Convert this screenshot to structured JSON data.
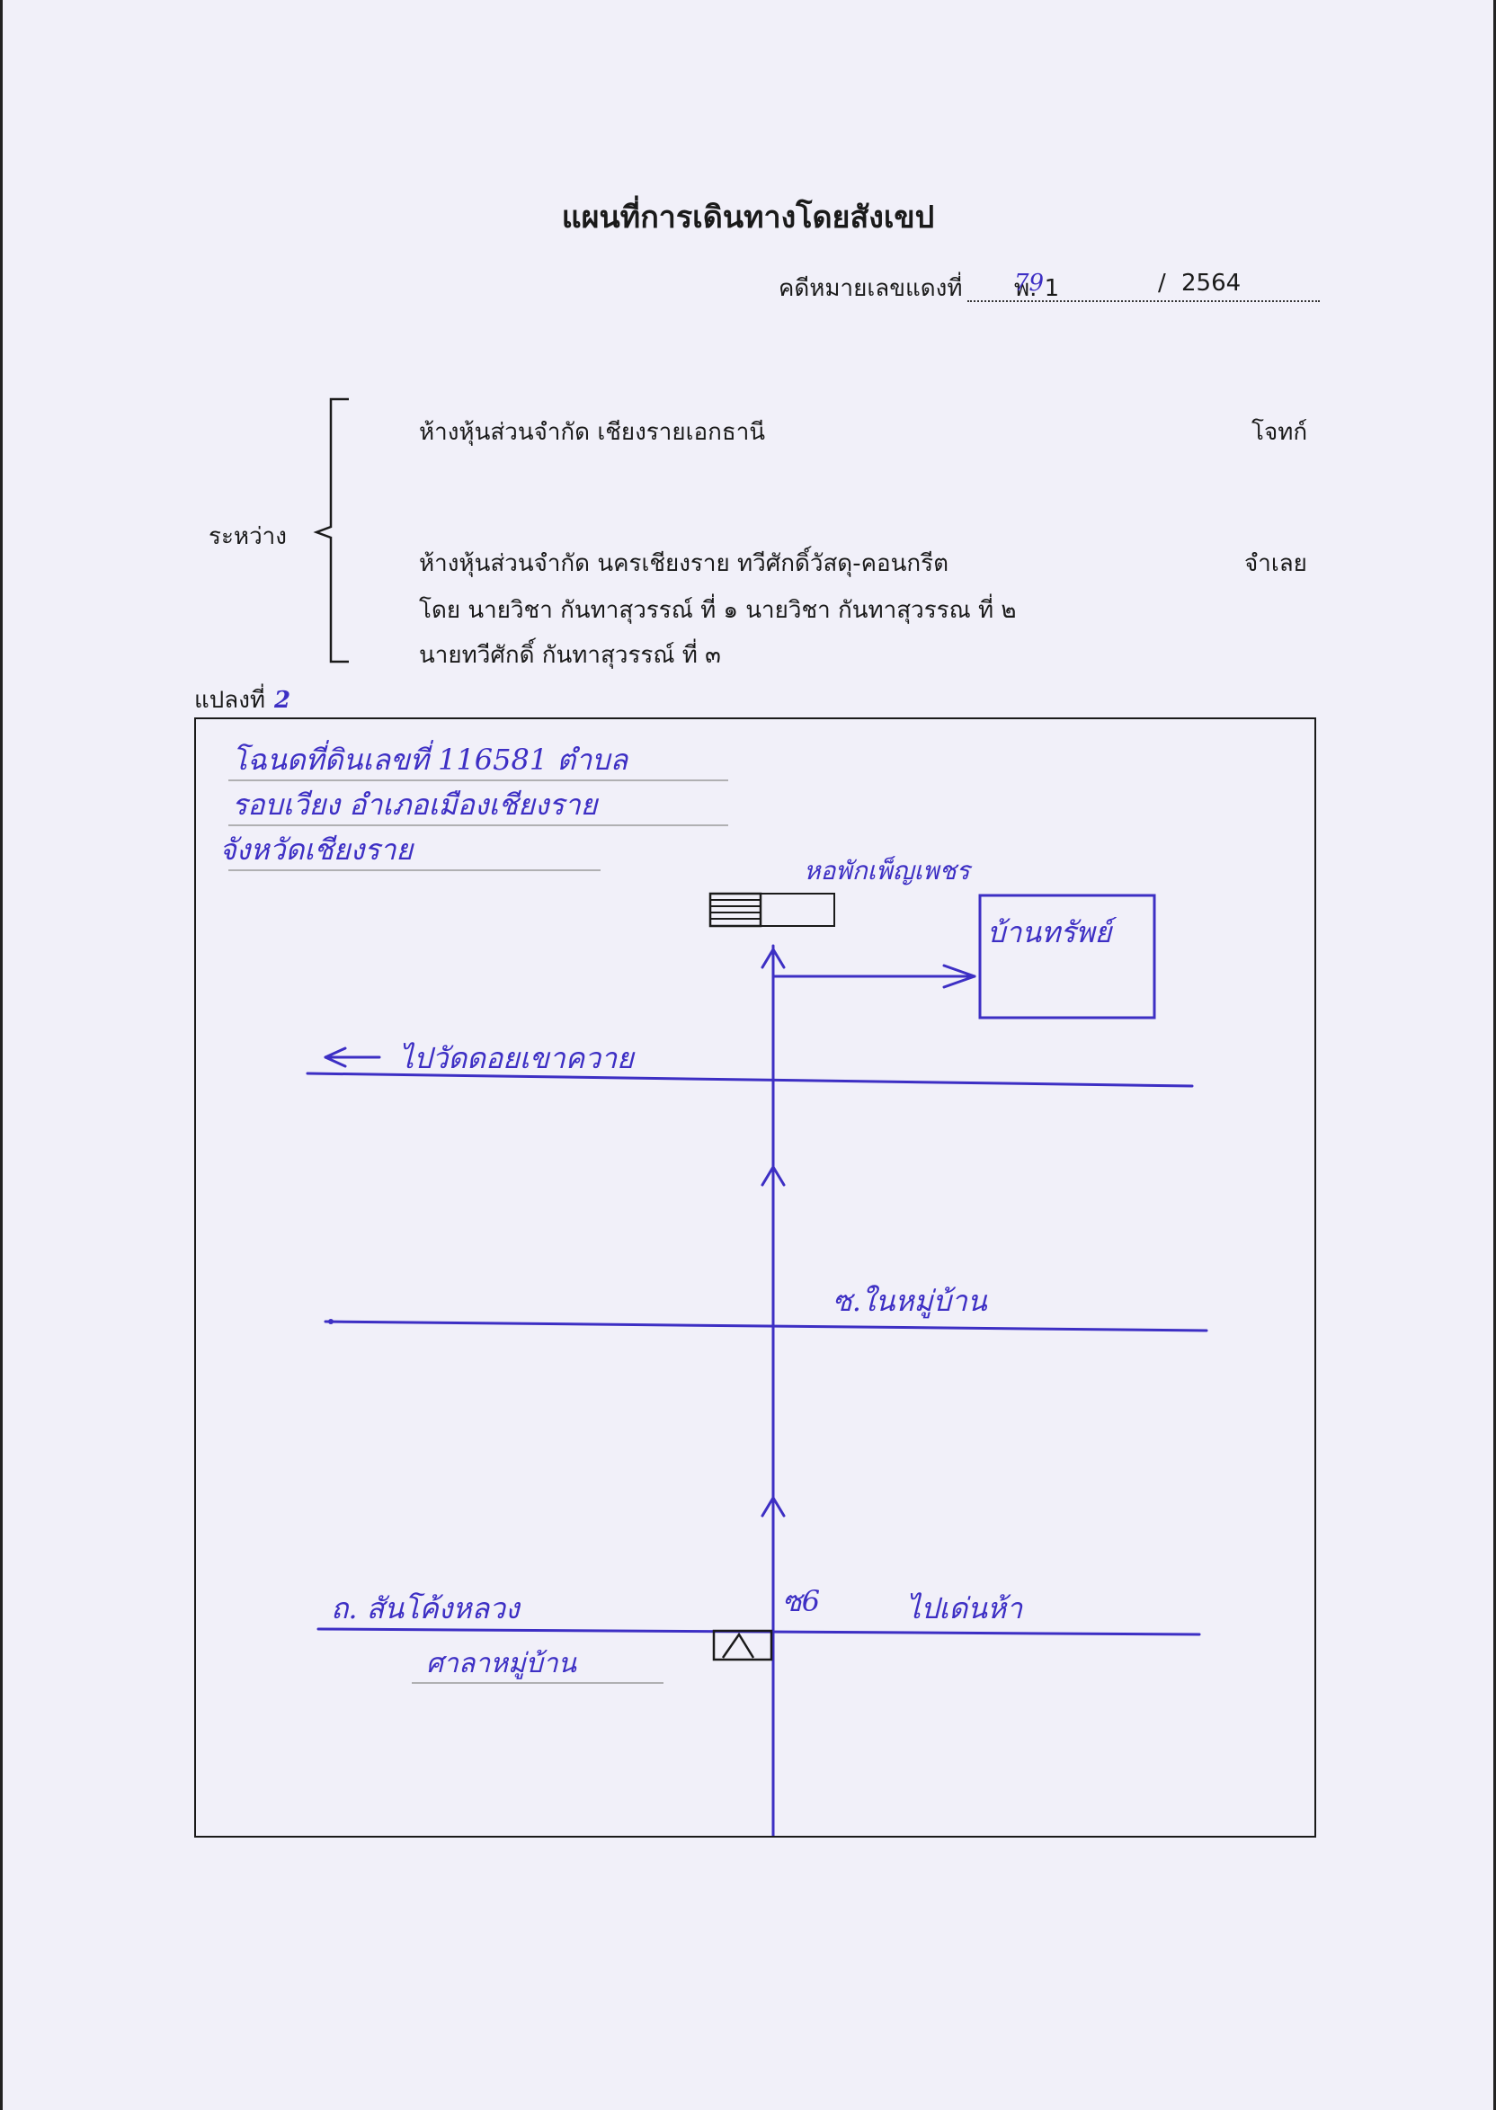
{
  "document": {
    "title": "แผนที่การเดินทางโดยสังเขป",
    "case_label": "คดีหมายเลขแดงที่",
    "case_prefix": "พ. 1",
    "case_handwritten": "79",
    "case_separator": "/",
    "case_year": "2564",
    "between_label": "ระหว่าง",
    "plaintiff": "ห้างหุ้นส่วนจำกัด เชียงรายเอกธานี",
    "plaintiff_role": "โจทก์",
    "defendant_line1": "ห้างหุ้นส่วนจำกัด นครเชียงราย ทวีศักดิ์วัสดุ-คอนกรีต",
    "defendant_line2": "โดย นายวิชา กันทาสุวรรณ์ ที่ ๑ นายวิชา กันทาสุวรรณ ที่ ๒",
    "defendant_line3": "นายทวีศักดิ์ กันทาสุวรรณ์ ที่ ๓",
    "defendant_role": "จำเลย",
    "plot_label": "แปลงที่",
    "plot_number": "2"
  },
  "map": {
    "deed_line1": "โฉนดที่ดินเลขที่ 116581 ตำบล",
    "deed_line2": "รอบเวียง อำเภอเมืองเชียงราย",
    "deed_line3": "จังหวัดเชียงราย",
    "dorm_label": "หอพักเพ็ญเพชร",
    "house_label": "บ้านทรัพย์",
    "temple_road_label": "ไปวัดดอยเขาควาย",
    "village_soi_label": "ซ.ในหมู่บ้าน",
    "main_road_label": "ถ. สันโค้งหลวง",
    "soi_label": "ซ6",
    "direction_label": "ไปเด่นห้า",
    "hall_label": "ศาลาหมู่บ้าน"
  },
  "colors": {
    "ink": "#3d2fc4",
    "paper": "#f1f0f9",
    "print": "#1a1a1a"
  }
}
